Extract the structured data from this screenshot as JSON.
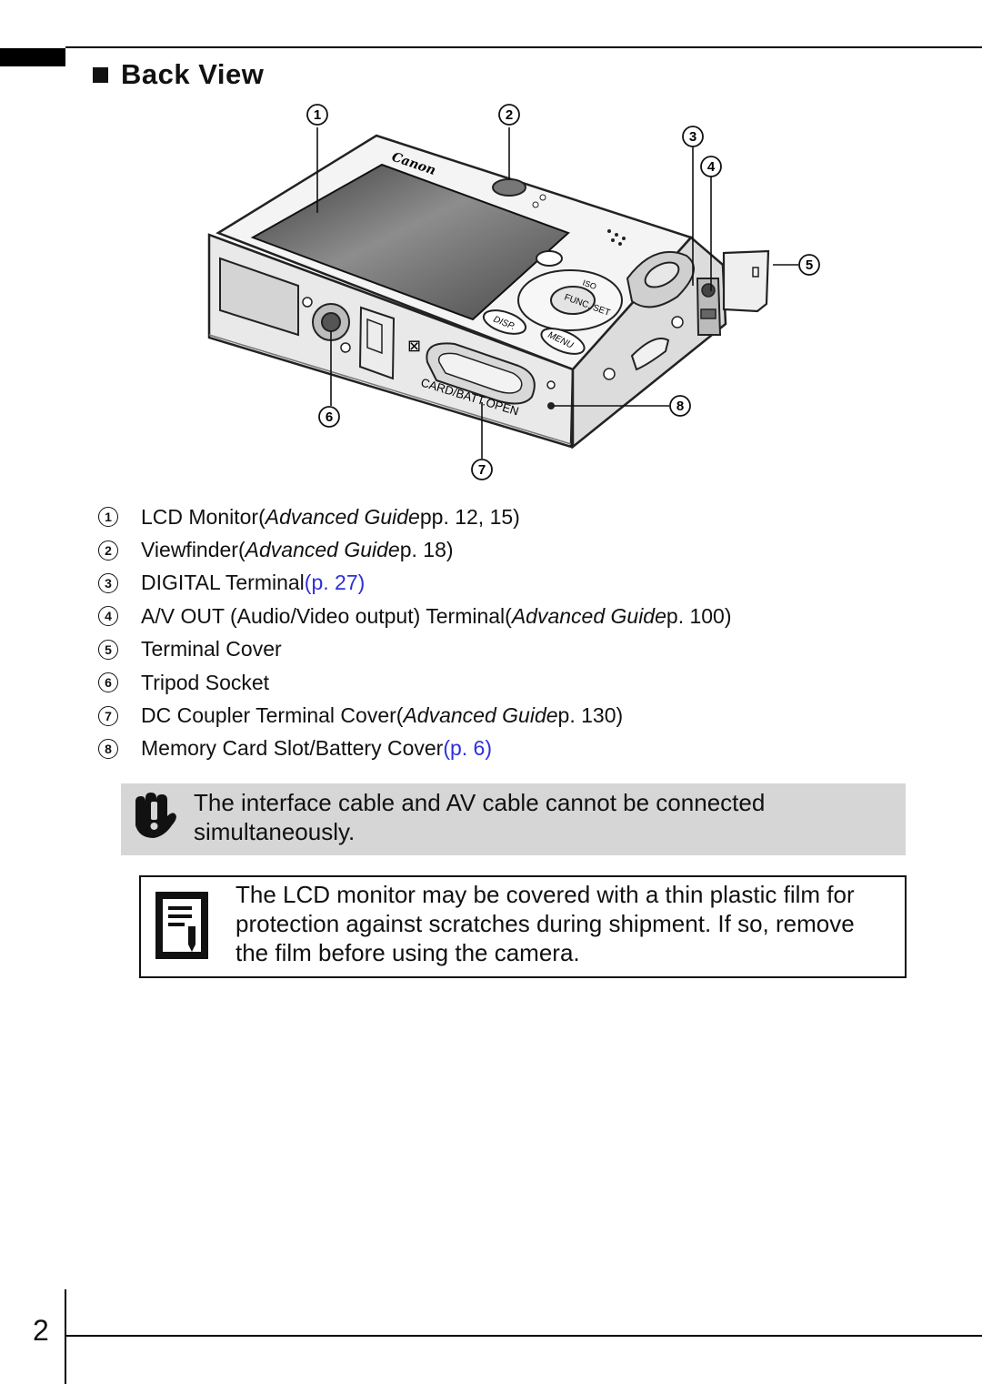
{
  "section": {
    "title": "Back View"
  },
  "figure": {
    "callouts": [
      "1",
      "2",
      "3",
      "4",
      "5",
      "6",
      "7",
      "8"
    ],
    "camera_labels": {
      "brand": "Canon",
      "iso": "ISO",
      "func_set": "FUNC. SET",
      "disp": "DISP.",
      "menu": "MENU",
      "card_batt": "CARD/BATT.OPEN"
    }
  },
  "legend": [
    {
      "num": "1",
      "name": "LCD Monitor",
      "open": " (",
      "guide": "Advanced Guide",
      "pages": " pp. 12, 15)",
      "ref": ""
    },
    {
      "num": "2",
      "name": "Viewfinder",
      "open": " (",
      "guide": "Advanced Guide",
      "pages": " p. 18)",
      "ref": ""
    },
    {
      "num": "3",
      "name": "DIGITAL Terminal",
      "open": "",
      "guide": "",
      "pages": "",
      "ref": " (p. 27)"
    },
    {
      "num": "4",
      "name": "A/V OUT (Audio/Video output) Terminal",
      "open": " (",
      "guide": "Advanced Guide",
      "pages": " p. 100)",
      "ref": ""
    },
    {
      "num": "5",
      "name": "Terminal Cover",
      "open": "",
      "guide": "",
      "pages": "",
      "ref": ""
    },
    {
      "num": "6",
      "name": "Tripod Socket",
      "open": "",
      "guide": "",
      "pages": "",
      "ref": ""
    },
    {
      "num": "7",
      "name": "DC Coupler Terminal Cover",
      "open": " (",
      "guide": "Advanced Guide",
      "pages": " p. 130)",
      "ref": ""
    },
    {
      "num": "8",
      "name": "Memory Card Slot/Battery Cover",
      "open": "",
      "guide": "",
      "pages": "",
      "ref": " (p. 6)"
    }
  ],
  "caution": {
    "text": "The interface cable and AV cable cannot be connected simultaneously."
  },
  "note": {
    "text": "The LCD monitor may be covered with a thin plastic film for protection against scratches during shipment. If so, remove the film before using the camera."
  },
  "footer": {
    "page_number": "2"
  },
  "colors": {
    "link": "#2f2fdc",
    "caution_bg": "#d6d6d6"
  }
}
